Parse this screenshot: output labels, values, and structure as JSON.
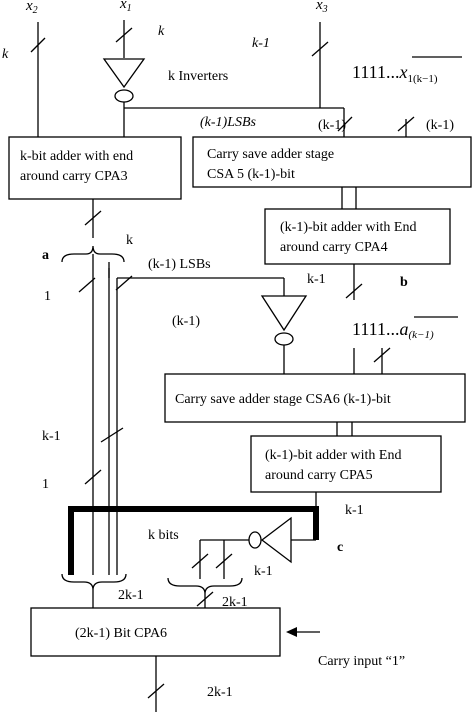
{
  "inputs": {
    "x2": "x",
    "x2_sub": "2",
    "x1": "x",
    "x1_sub": "1",
    "x3": "x",
    "x3_sub": "3"
  },
  "bus_labels": {
    "k_left": "k",
    "k_top": "k",
    "k1_top": "k-1",
    "k_inverters": "k  Inverters",
    "k1_lsbs_top": "(k-1)LSBs",
    "k1_csa5_left": "(k-1)",
    "k1_csa5_right": "(k-1)",
    "k_cpa3_out": "k",
    "a": "a",
    "k1_lsbs_mid": "(k-1) LSBs",
    "one_upper": "1",
    "k1_mid": "(k-1)",
    "k1_cpa4_out": "k-1",
    "b": "b",
    "k1_left_lower": "k-1",
    "one_lower": "1",
    "k1_cpa5_out": "k-1",
    "k_bits": "k bits",
    "c": "c",
    "k1_inv3": "k-1",
    "twok1_left": "2k-1",
    "twok1_right": "2k-1",
    "carry_input": "Carry input “1”",
    "twok1_out": "2k-1"
  },
  "complement_labels": {
    "top_prefix": "1111...",
    "top_var": "x",
    "top_sub": "1(k−1)",
    "mid_prefix": "1111...",
    "mid_var": "a",
    "mid_sub": "(k−1)"
  },
  "blocks": {
    "cpa3_line1": "k-bit adder with end",
    "cpa3_line2": "around carry  CPA3",
    "csa5_line1": "Carry save adder stage",
    "csa5_line2": "CSA 5 (k-1)-bit",
    "cpa4_line1": "(k-1)-bit adder with End",
    "cpa4_line2": "around carry CPA4",
    "csa6": "Carry save adder stage CSA6 (k-1)-bit",
    "cpa5_line1": "(k-1)-bit adder with End",
    "cpa5_line2": "around carry CPA5",
    "cpa6": "(2k-1) Bit CPA6"
  }
}
